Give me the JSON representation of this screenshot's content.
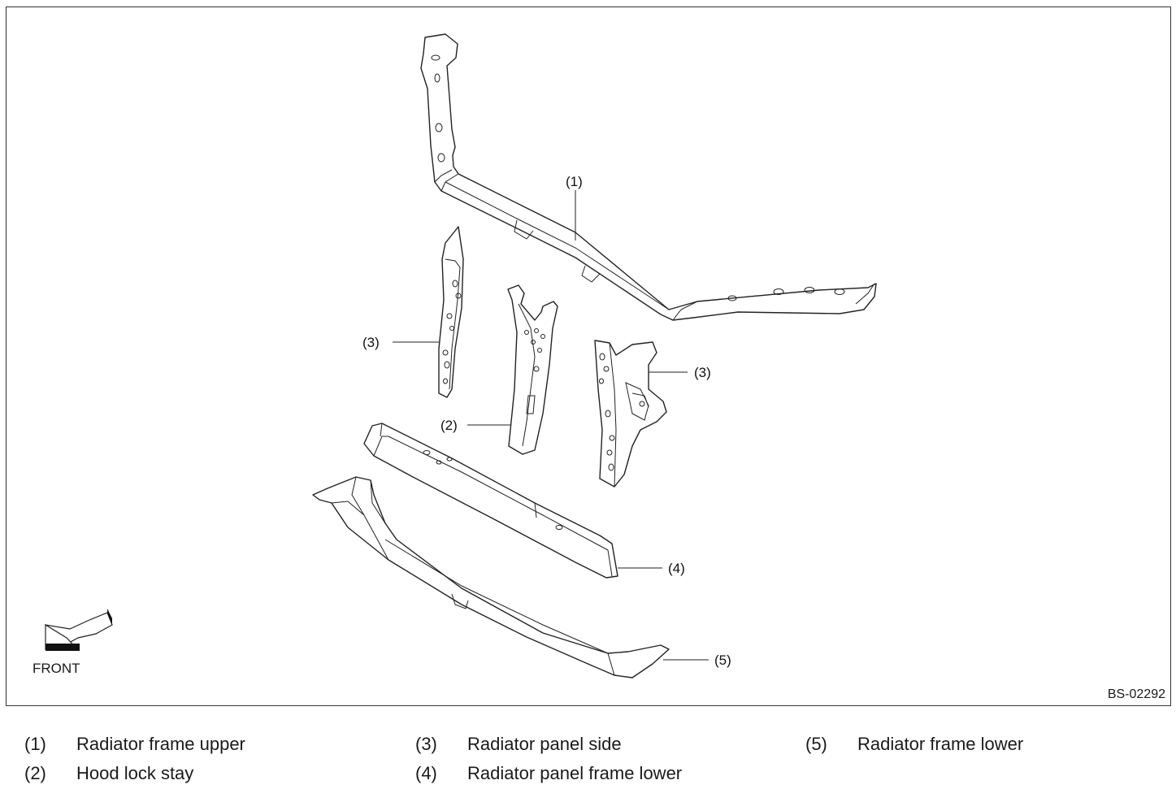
{
  "diagram": {
    "code": "BS-02292",
    "front_label": "FRONT",
    "callouts": {
      "c1": "(1)",
      "c2": "(2)",
      "c3a": "(3)",
      "c3b": "(3)",
      "c4": "(4)",
      "c5": "(5)"
    },
    "parts": [
      {
        "id": 1,
        "name": "Radiator frame upper"
      },
      {
        "id": 2,
        "name": "Hood lock stay"
      },
      {
        "id": 3,
        "name": "Radiator panel side"
      },
      {
        "id": 4,
        "name": "Radiator panel frame lower"
      },
      {
        "id": 5,
        "name": "Radiator frame lower"
      }
    ]
  },
  "legend": [
    {
      "num": "(1)",
      "label": "Radiator frame upper"
    },
    {
      "num": "(2)",
      "label": "Hood lock stay"
    },
    {
      "num": "(3)",
      "label": "Radiator panel side"
    },
    {
      "num": "(4)",
      "label": "Radiator panel frame lower"
    },
    {
      "num": "(5)",
      "label": "Radiator frame lower"
    }
  ]
}
